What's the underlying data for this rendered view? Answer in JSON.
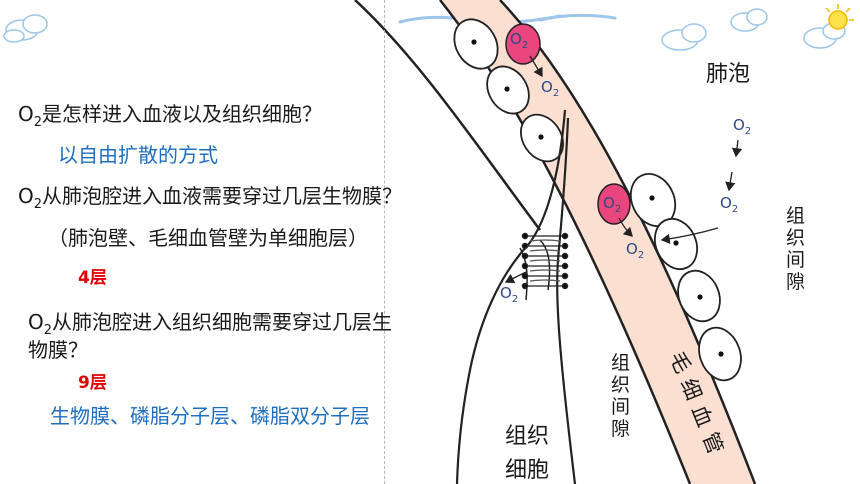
{
  "questions": {
    "q1": {
      "prefix": "O",
      "sub": "2",
      "text": "是怎样进入血液以及组织细胞？"
    },
    "a1": "以自由扩散的方式",
    "q2": {
      "prefix": "O",
      "sub": "2",
      "text": "从肺泡腔进入血液需要穿过几层生物膜？"
    },
    "note2": "（肺泡壁、毛细血管壁为单细胞层）",
    "a2": "4层",
    "q3": {
      "prefix": "O",
      "sub": "2",
      "line1": "从肺泡腔进入组织细胞需要穿过几层生",
      "line2": "物膜？"
    },
    "a3": "9层",
    "a3_detail": "生物膜、磷脂分子层、磷脂双分子层"
  },
  "labels": {
    "alveolus": "肺泡",
    "interstitial_right": "组织间隙",
    "interstitial_middle": "组织间隙",
    "capillary": "毛细血管",
    "tissue_cell_line1": "组织",
    "tissue_cell_line2": "细胞"
  },
  "o2": {
    "main": "O",
    "sub": "2"
  },
  "colors": {
    "capillary_fill": "#fbe0d2",
    "rbc_fill": "#e8467c",
    "question_text": "#1a1a1a",
    "answer_blue": "#1f6fbf",
    "answer_red": "#e00000",
    "o2_text": "#2c4a8a",
    "cloud": "#cfe4f5"
  }
}
